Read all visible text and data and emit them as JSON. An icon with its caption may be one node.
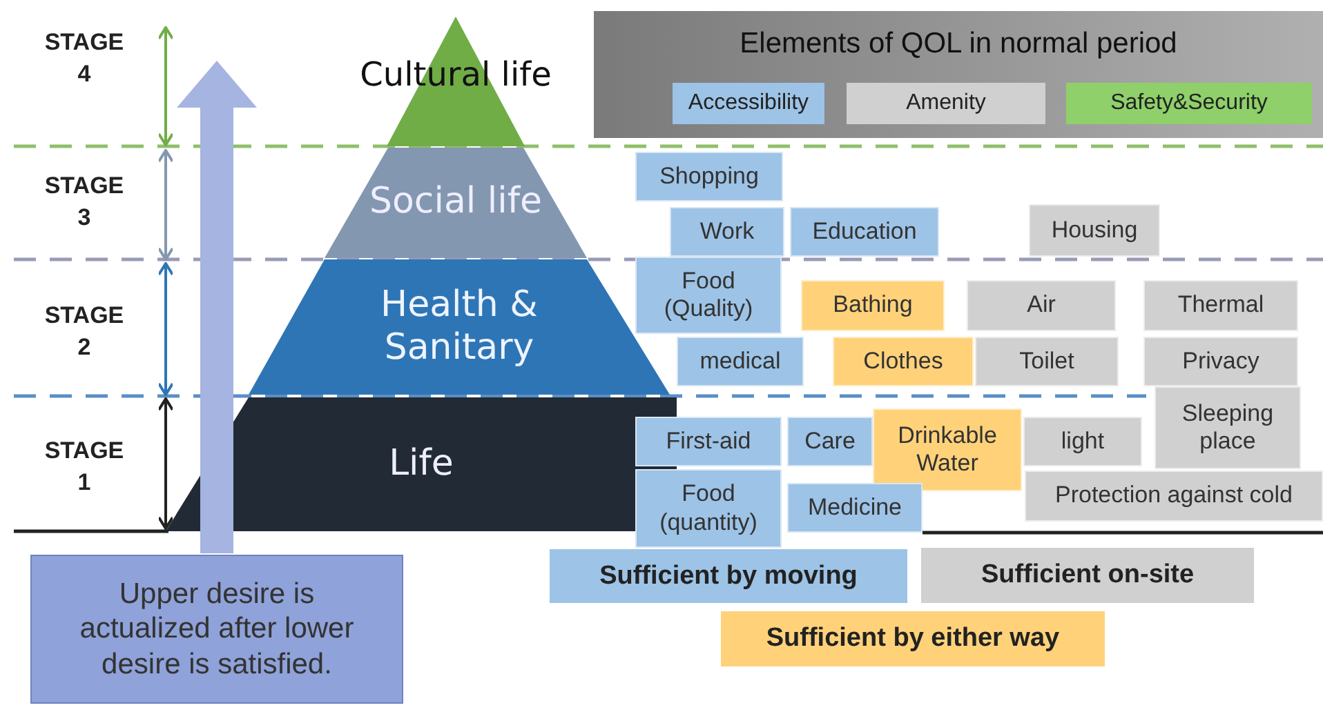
{
  "diagram": {
    "nodes": [
      {
        "text": [
          "Cultural life"
        ]
      },
      {
        "text": [
          "Elements of QOL in normal period"
        ]
      },
      {
        "text": [
          "Social life"
        ]
      },
      {
        "text": [
          "Shopping"
        ]
      },
      {
        "text": [
          "Work"
        ]
      },
      {
        "text": [
          "Education"
        ]
      },
      {
        "text": [
          "Housing"
        ]
      },
      {
        "text": [
          "Health & Sanitary"
        ]
      },
      {
        "text": [
          "Food (Quality)"
        ]
      },
      {
        "text": [
          "Bathing"
        ]
      },
      {
        "text": [
          "Air"
        ]
      },
      {
        "text": [
          "Thermal"
        ]
      },
      {
        "text": [
          "medical"
        ]
      },
      {
        "text": [
          "Clothes"
        ]
      },
      {
        "text": [
          "Toilet"
        ]
      },
      {
        "text": [
          "Privacy"
        ]
      },
      {
        "text": [
          "Life"
        ]
      },
      {
        "text": [
          "First-aid"
        ]
      },
      {
        "text": [
          "Care"
        ]
      },
      {
        "text": [
          "Drinkable Water"
        ]
      },
      {
        "text": [
          "light"
        ]
      },
      {
        "text": [
          "Sleeping place"
        ]
      },
      {
        "text": [
          "Food (quantity)"
        ]
      },
      {
        "text": [
          "Medicine"
        ]
      },
      {
        "text": [
          "Protection against cold"
        ]
      },
      {
        "text": [
          "Upper desire is actualized after lower desire is satisfied."
        ]
      }
    ],
    "labels": [
      "STAGE 4",
      "STAGE 3",
      "STAGE 2",
      "STAGE 1"
    ],
    "legend": [
      {
        "text": "Accessibility",
        "color": "#9dc3e6"
      },
      {
        "text": "Amenity",
        "color": "#d0d0d0"
      },
      {
        "text": "Safety&Security",
        "color": "#8fd06a"
      },
      {
        "text": "Sufficient by moving",
        "color": "#9dc3e6"
      },
      {
        "text": "Sufficient on-site",
        "color": "#d0d0d0"
      },
      {
        "text": "Sufficient by either way",
        "color": "#ffd27a"
      }
    ]
  }
}
